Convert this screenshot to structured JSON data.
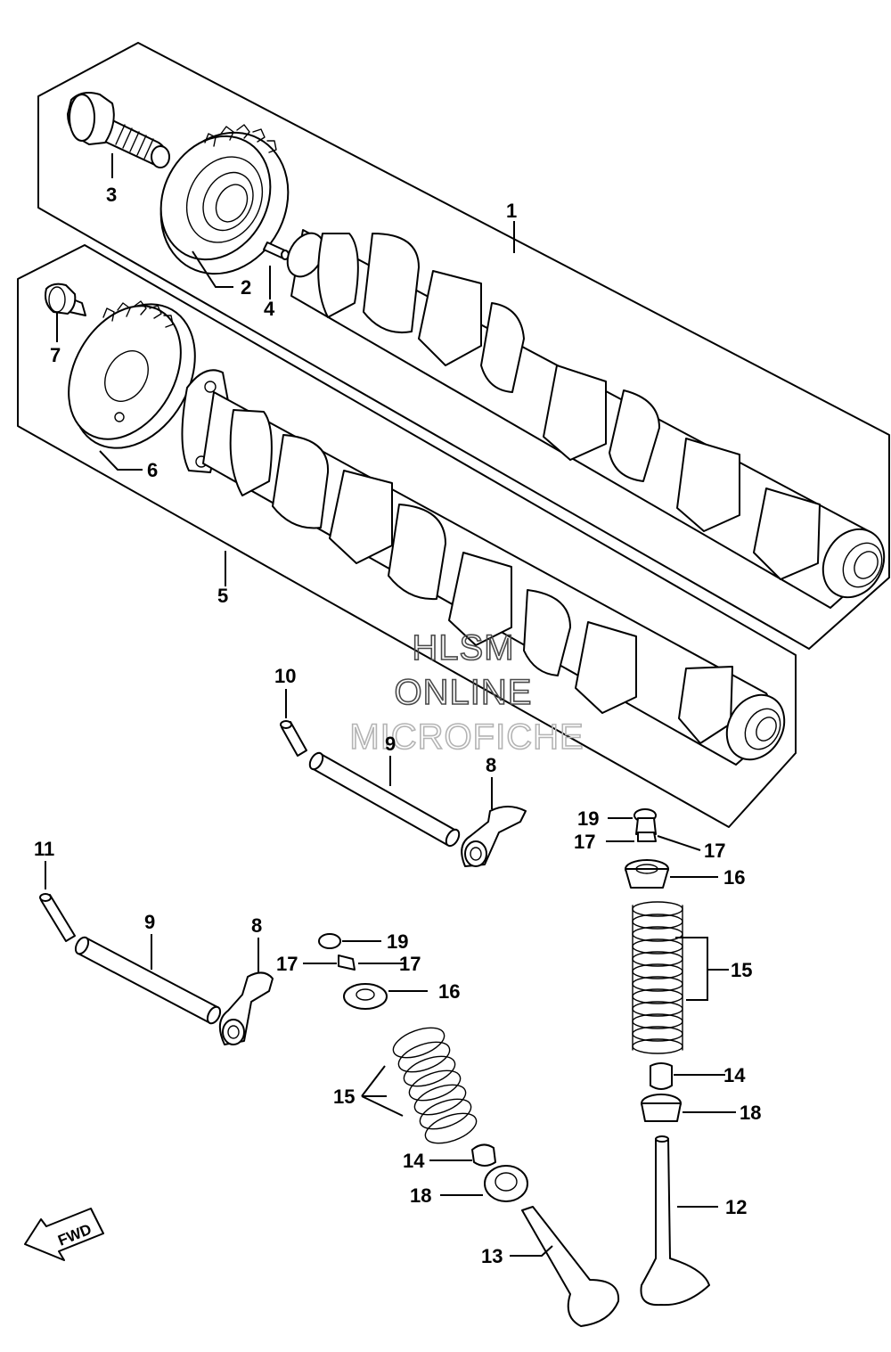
{
  "watermark": {
    "line1": "HLSM",
    "line2": "ONLINE",
    "line3": "MICROFICHE"
  },
  "direction_marker": "FWD",
  "callouts": [
    {
      "id": "c1",
      "label": "1"
    },
    {
      "id": "c2",
      "label": "2"
    },
    {
      "id": "c3",
      "label": "3"
    },
    {
      "id": "c4",
      "label": "4"
    },
    {
      "id": "c5",
      "label": "5"
    },
    {
      "id": "c6",
      "label": "6"
    },
    {
      "id": "c7",
      "label": "7"
    },
    {
      "id": "c8a",
      "label": "8"
    },
    {
      "id": "c8b",
      "label": "8"
    },
    {
      "id": "c9a",
      "label": "9"
    },
    {
      "id": "c9b",
      "label": "9"
    },
    {
      "id": "c10",
      "label": "10"
    },
    {
      "id": "c11",
      "label": "11"
    },
    {
      "id": "c12",
      "label": "12"
    },
    {
      "id": "c13",
      "label": "13"
    },
    {
      "id": "c14a",
      "label": "14"
    },
    {
      "id": "c14b",
      "label": "14"
    },
    {
      "id": "c15a",
      "label": "15"
    },
    {
      "id": "c15b",
      "label": "15"
    },
    {
      "id": "c16a",
      "label": "16"
    },
    {
      "id": "c16b",
      "label": "16"
    },
    {
      "id": "c17a",
      "label": "17"
    },
    {
      "id": "c17b",
      "label": "17"
    },
    {
      "id": "c17c",
      "label": "17"
    },
    {
      "id": "c17d",
      "label": "17"
    },
    {
      "id": "c18a",
      "label": "18"
    },
    {
      "id": "c18b",
      "label": "18"
    },
    {
      "id": "c19a",
      "label": "19"
    },
    {
      "id": "c19b",
      "label": "19"
    }
  ]
}
